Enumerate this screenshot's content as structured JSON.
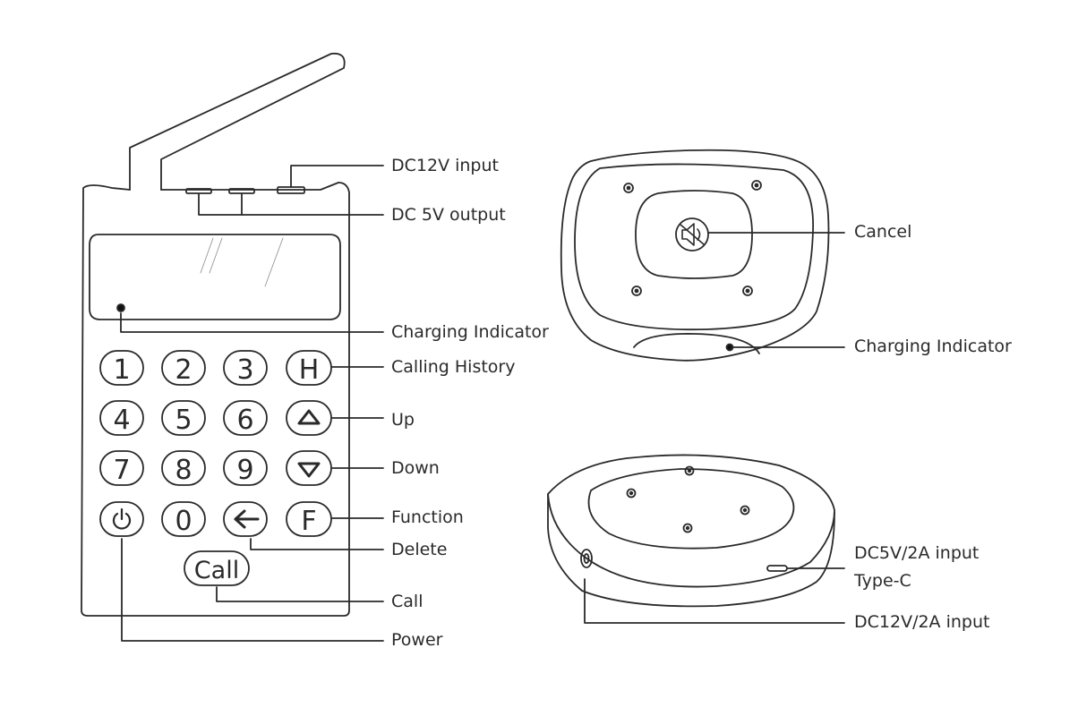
{
  "colors": {
    "stroke": "#2a2a2a",
    "label": "#2a2a2a",
    "background": "#ffffff"
  },
  "keypad": {
    "keys": [
      "1",
      "2",
      "3",
      "H",
      "4",
      "5",
      "6",
      "up-arrow-icon",
      "7",
      "8",
      "9",
      "down-arrow-icon",
      "power-icon",
      "0",
      "left-arrow-icon",
      "F"
    ],
    "key_labels": {
      "k1": "1",
      "k2": "2",
      "k3": "3",
      "kH": "H",
      "k4": "4",
      "k5": "5",
      "k6": "6",
      "k7": "7",
      "k8": "8",
      "k9": "9",
      "k0": "0",
      "kF": "F",
      "call": "Call"
    }
  },
  "labels": {
    "dc12v_input": "DC12V input",
    "dc5v_output": "DC 5V output",
    "charging_indicator_keypad": "Charging Indicator",
    "calling_history": "Calling History",
    "up": "Up",
    "down": "Down",
    "function": "Function",
    "delete": "Delete",
    "call": "Call",
    "power": "Power",
    "cancel": "Cancel",
    "charging_indicator_pager": "Charging Indicator",
    "dc5v_2a_input": "DC5V/2A input",
    "type_c": "Type-C",
    "dc12v_2a_input": "DC12V/2A input"
  }
}
